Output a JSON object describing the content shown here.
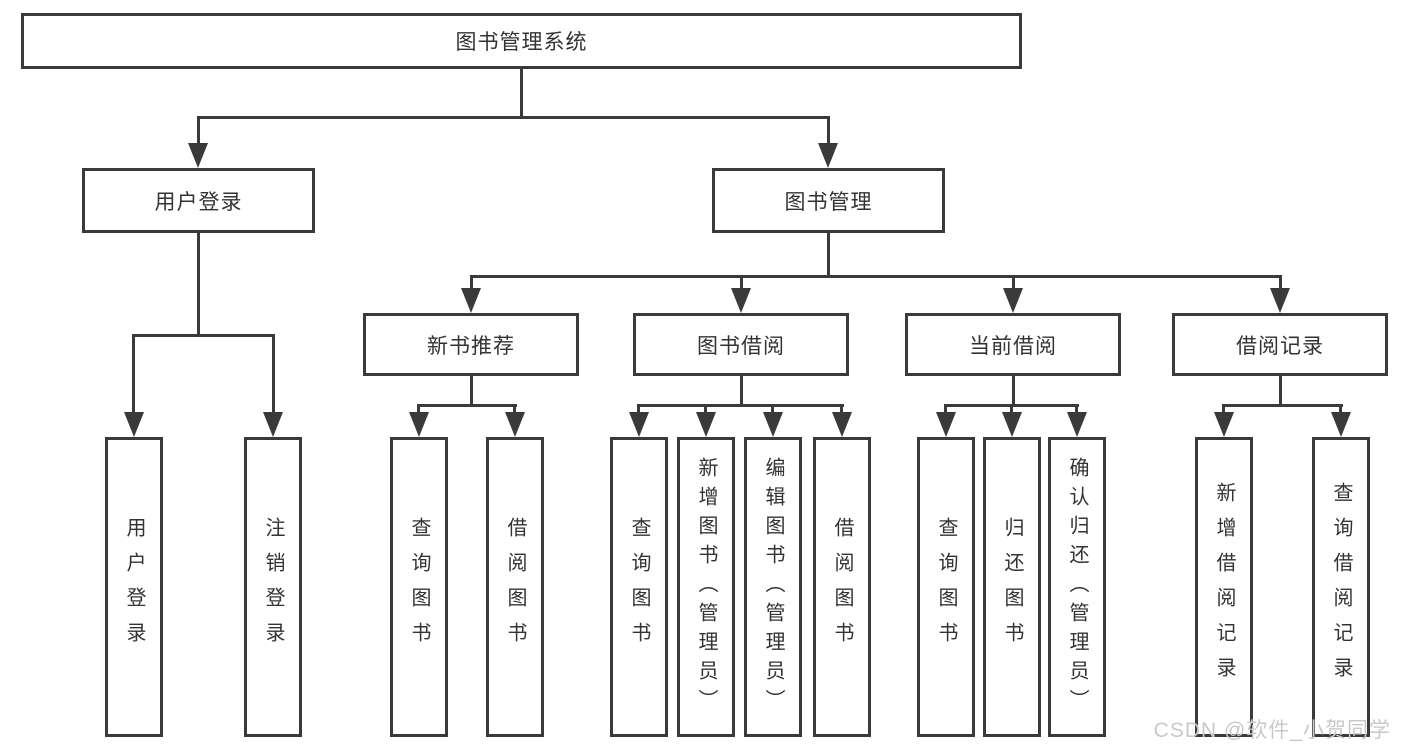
{
  "colors": {
    "line": "#3a3a3a",
    "text": "#333333",
    "box_bg": "#ffffff",
    "watermark": "#c9c9c9",
    "page_bg": "#ffffff"
  },
  "watermark": {
    "text": "CSDN @软件_小贺同学"
  },
  "tree": {
    "label": "图书管理系统",
    "children": [
      {
        "label": "用户登录",
        "children": [
          {
            "label": "用户登录"
          },
          {
            "label": "注销登录"
          }
        ]
      },
      {
        "label": "图书管理",
        "children": [
          {
            "label": "新书推荐",
            "children": [
              {
                "label": "查询图书"
              },
              {
                "label": "借阅图书"
              }
            ]
          },
          {
            "label": "图书借阅",
            "children": [
              {
                "label": "查询图书"
              },
              {
                "label": "新增图书（管理员）"
              },
              {
                "label": "编辑图书（管理员）"
              },
              {
                "label": "借阅图书"
              }
            ]
          },
          {
            "label": "当前借阅",
            "children": [
              {
                "label": "查询图书"
              },
              {
                "label": "归还图书"
              },
              {
                "label": "确认归还（管理员）"
              }
            ]
          },
          {
            "label": "借阅记录",
            "children": [
              {
                "label": "新增借阅记录"
              },
              {
                "label": "查询借阅记录"
              }
            ]
          }
        ]
      }
    ]
  }
}
